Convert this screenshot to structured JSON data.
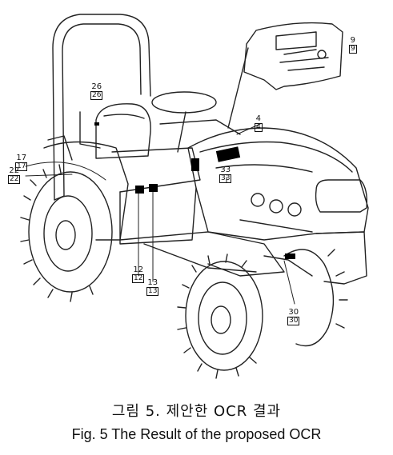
{
  "figure": {
    "labels": [
      {
        "id": "9",
        "text": "9"
      },
      {
        "id": "26",
        "text": "26"
      },
      {
        "id": "4",
        "text": "4"
      },
      {
        "id": "17",
        "text": "17"
      },
      {
        "id": "22",
        "text": "22"
      },
      {
        "id": "33",
        "text": "33"
      },
      {
        "id": "12",
        "text": "12"
      },
      {
        "id": "13",
        "text": "13"
      },
      {
        "id": "30",
        "text": "30"
      }
    ]
  },
  "caption": {
    "korean": "그림 5. 제안한 OCR 결과",
    "english": "Fig. 5 The Result of the proposed OCR"
  }
}
